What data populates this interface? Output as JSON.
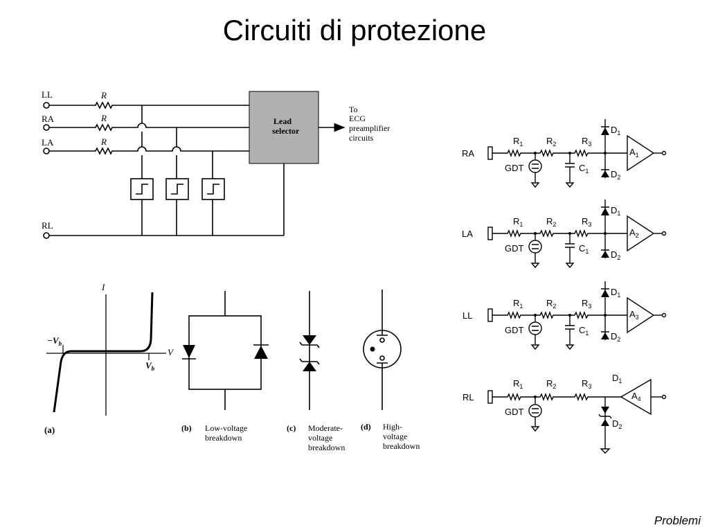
{
  "title": "Circuiti di protezione",
  "footer": "Problemi",
  "lead_diagram": {
    "inputs": [
      "LL",
      "RA",
      "LA"
    ],
    "resistor": "R",
    "ground_input": "RL",
    "selector_line1": "Lead",
    "selector_line2": "selector",
    "output_lines": [
      "To",
      "ECG",
      "preamplifier",
      "circuits"
    ]
  },
  "iv_curve": {
    "y_axis": "I",
    "x_axis": "V",
    "neg_breakdown": "−V",
    "pos_breakdown": "V",
    "subscript": "b",
    "panel": "(a)"
  },
  "breakdown_panels": [
    {
      "label": "(b)",
      "lines": [
        "Low-voltage",
        "breakdown"
      ]
    },
    {
      "label": "(c)",
      "lines": [
        "Moderate-",
        "voltage",
        "breakdown"
      ]
    },
    {
      "label": "(d)",
      "lines": [
        "High-",
        "voltage",
        "breakdown"
      ]
    }
  ],
  "protection_circuits": [
    {
      "lead": "RA",
      "amp": "A",
      "amp_sub": "1"
    },
    {
      "lead": "LA",
      "amp": "A",
      "amp_sub": "2"
    },
    {
      "lead": "LL",
      "amp": "A",
      "amp_sub": "3"
    },
    {
      "lead": "RL",
      "amp": "A",
      "amp_sub": "4"
    }
  ],
  "component_labels": {
    "r": "R",
    "r1": "1",
    "r2": "2",
    "r3": "3",
    "gdt": "GDT",
    "c": "C",
    "c_sub": "1",
    "d": "D",
    "d1": "1",
    "d2": "2"
  }
}
